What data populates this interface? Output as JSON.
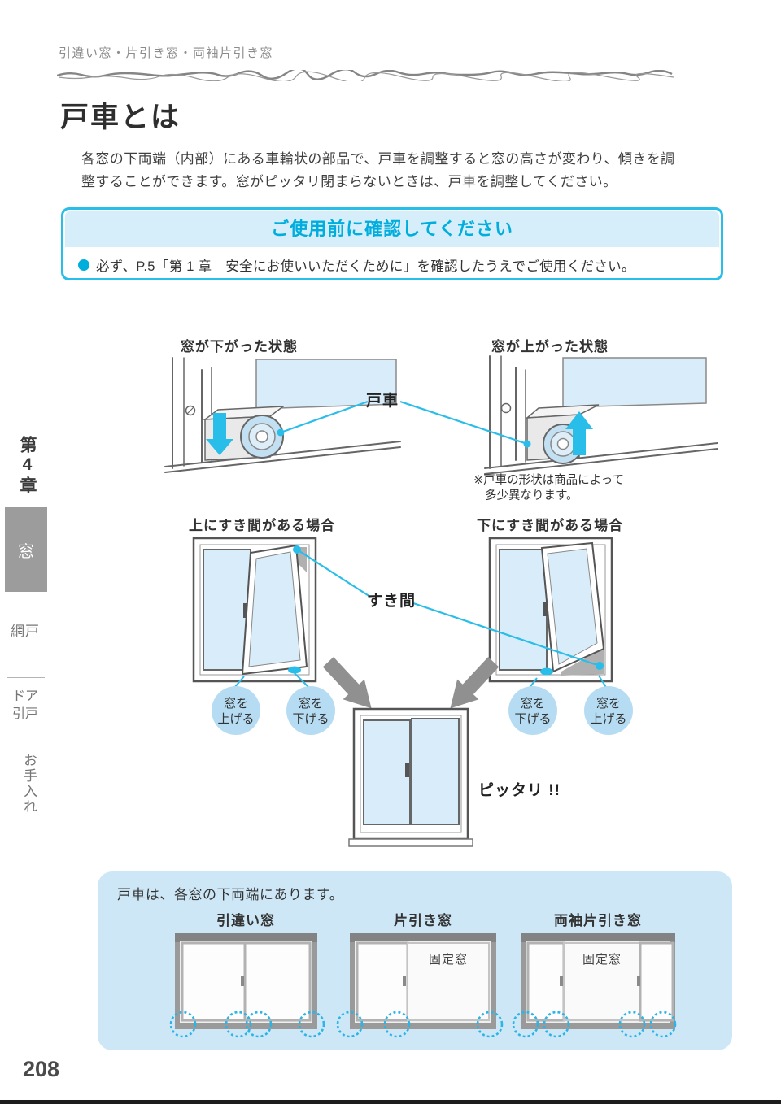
{
  "page": {
    "breadcrumb": "引違い窓・片引き窓・両袖片引き窓",
    "title": "戸車とは",
    "intro_line1": "各窓の下両端（内部）にある車輪状の部品で、戸車を調整すると窓の高さが変わり、傾きを調",
    "intro_line2": "整することができます。窓がピッタリ閉まらないときは、戸車を調整してください。",
    "page_number": "208"
  },
  "confirm_box": {
    "title": "ご使用前に確認してください",
    "note": "必ず、P.5「第 1 章　安全にお使いいただくために」を確認したうえでご使用ください。"
  },
  "sidebar": {
    "chapter": "第4章",
    "tab_window": "窓",
    "item_screen": "網戸",
    "item_door_line1": "ドア",
    "item_door_line2": "引戸",
    "item_care": "お手入れ"
  },
  "roller_diagram": {
    "left_title": "窓が下がった状態",
    "right_title": "窓が上がった状態",
    "part_label": "戸車",
    "note_line1": "※戸車の形状は商品によって",
    "note_line2": "多少異なります。"
  },
  "gap_diagram": {
    "left_title": "上にすき間がある場合",
    "right_title": "下にすき間がある場合",
    "gap_label": "すき間",
    "badge1_line1": "窓を",
    "badge1_line2": "上げる",
    "badge2_line1": "窓を",
    "badge2_line2": "下げる",
    "badge3_line1": "窓を",
    "badge3_line2": "下げる",
    "badge4_line1": "窓を",
    "badge4_line2": "上げる",
    "result_label": "ピッタリ !!"
  },
  "bottom_box": {
    "title": "戸車は、各窓の下両端にあります。",
    "win1_label": "引違い窓",
    "win2_label": "片引き窓",
    "win3_label": "両袖片引き窓",
    "fixed_label1": "固定窓",
    "fixed_label2": "固定窓"
  },
  "colors": {
    "accent": "#00aedd",
    "line_cyan": "#29bde9",
    "glass": "#d9ecf9",
    "panel_blue": "#cde7f6",
    "arrow_gray": "#909090",
    "tab_gray": "#9c9c9c"
  }
}
